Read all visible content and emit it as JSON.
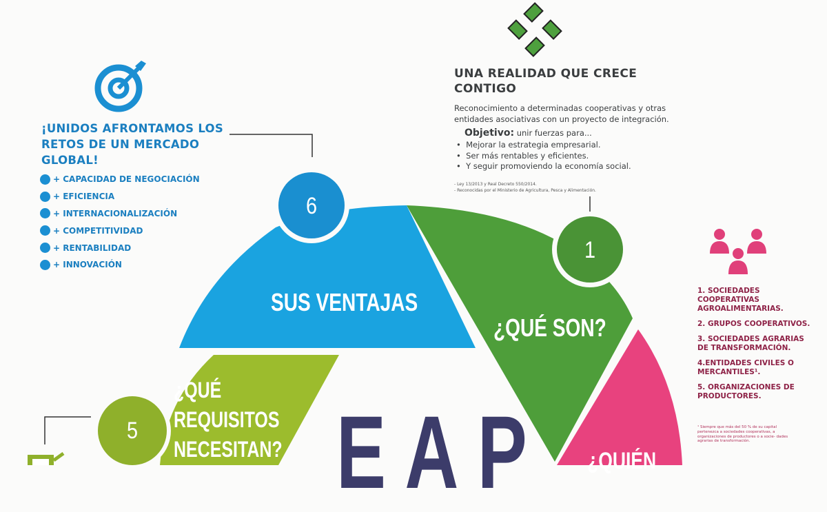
{
  "colors": {
    "blue": "#1aa3e0",
    "green": "#4e9e3a",
    "lime": "#9cbc2d",
    "magenta": "#e8427e",
    "navy": "#3c3c6a"
  },
  "center_logo": "EAP",
  "segments": [
    {
      "number": "6",
      "label": "SUS VENTAJAS"
    },
    {
      "number": "1",
      "label": "¿QUÉ SON?"
    },
    {
      "number": "5",
      "label_lines": [
        "¿QUÉ",
        "REQUISITOS",
        "NECESITAN?"
      ]
    },
    {
      "label": "¿QUIÉN"
    }
  ],
  "advantages": {
    "icon": "target-icon",
    "title_lines": [
      "¡UNIDOS AFRONTAMOS LOS",
      "RETOS DE  UN MERCADO",
      "GLOBAL!"
    ],
    "items": [
      "+ CAPACIDAD DE NEGOCIACIÓN",
      "+ EFICIENCIA",
      "+ INTERNACIONALIZACIÓN",
      "+ COMPETITIVIDAD",
      "+ RENTABILIDAD",
      "+ INNOVACIÓN"
    ]
  },
  "what": {
    "icon": "handshake-hands-icon",
    "title_lines": [
      "UNA REALIDAD QUE CRECE",
      "CONTIGO"
    ],
    "description_lines": [
      "Reconocimiento  a determinadas cooperativas y otras",
      "entidades asociativas con un proyecto de integración."
    ],
    "objective_label": "Objetivo:",
    "objective_text": " unir fuerzas para...",
    "bullets": [
      "Mejorar la estrategia empresarial.",
      "Ser más rentables y eficientes.",
      "Y seguir promoviendo la economía social."
    ],
    "notes": [
      "- Ley 13/2013 y Real Decreto 550/2014.",
      "- Reconocidas por el Ministerio de Agricultura, Pesca y Alimentación."
    ]
  },
  "who": {
    "icon": "people-group-icon",
    "items": [
      [
        "1. SOCIEDADES",
        "COOPERATIVAS",
        "AGROALIMENTARIAS."
      ],
      [
        "2. GRUPOS COOPERATIVOS."
      ],
      [
        "3. SOCIEDADES AGRARIAS",
        "DE TRANSFORMACIÓN."
      ],
      [
        "4.ENTIDADES CIVILES O",
        "MERCANTILES¹."
      ],
      [
        "5. ORGANIZACIONES DE",
        "PRODUCTORES."
      ]
    ],
    "footnote": "¹ Siempre que más del 50 % de su capital pertenezca a sociedades cooperativas, a organizaciones de productores o a socie- dades agrarias de transformación."
  }
}
